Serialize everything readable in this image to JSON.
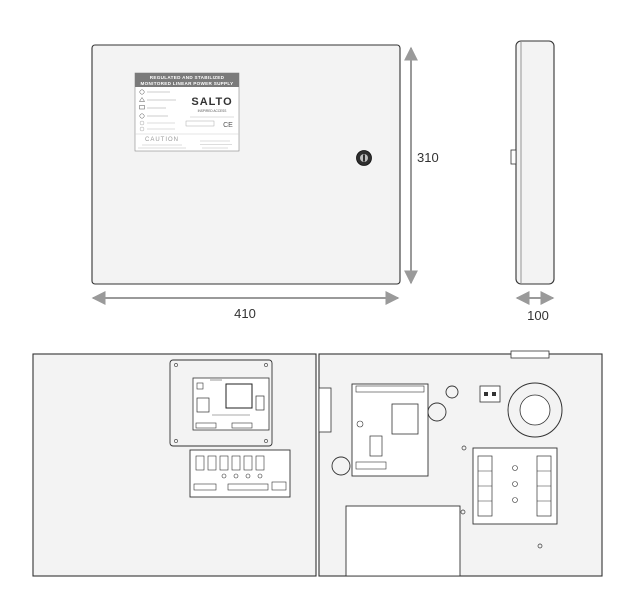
{
  "dimensions": {
    "height": "310",
    "width": "410",
    "depth": "100"
  },
  "label": {
    "title_line1": "REGULATED AND STABILIZED",
    "title_line2": "MONITORED LINEAR POWER SUPPLY",
    "brand": "SALTO",
    "brand_sub": "INSPIRED ACCESS",
    "ce_mark": "CE",
    "caution": "CAUTION"
  },
  "colors": {
    "box_fill": "#f3f3f3",
    "outline": "#333333",
    "arrow": "#9a9a9a",
    "label_header": "#7a7a7a"
  }
}
